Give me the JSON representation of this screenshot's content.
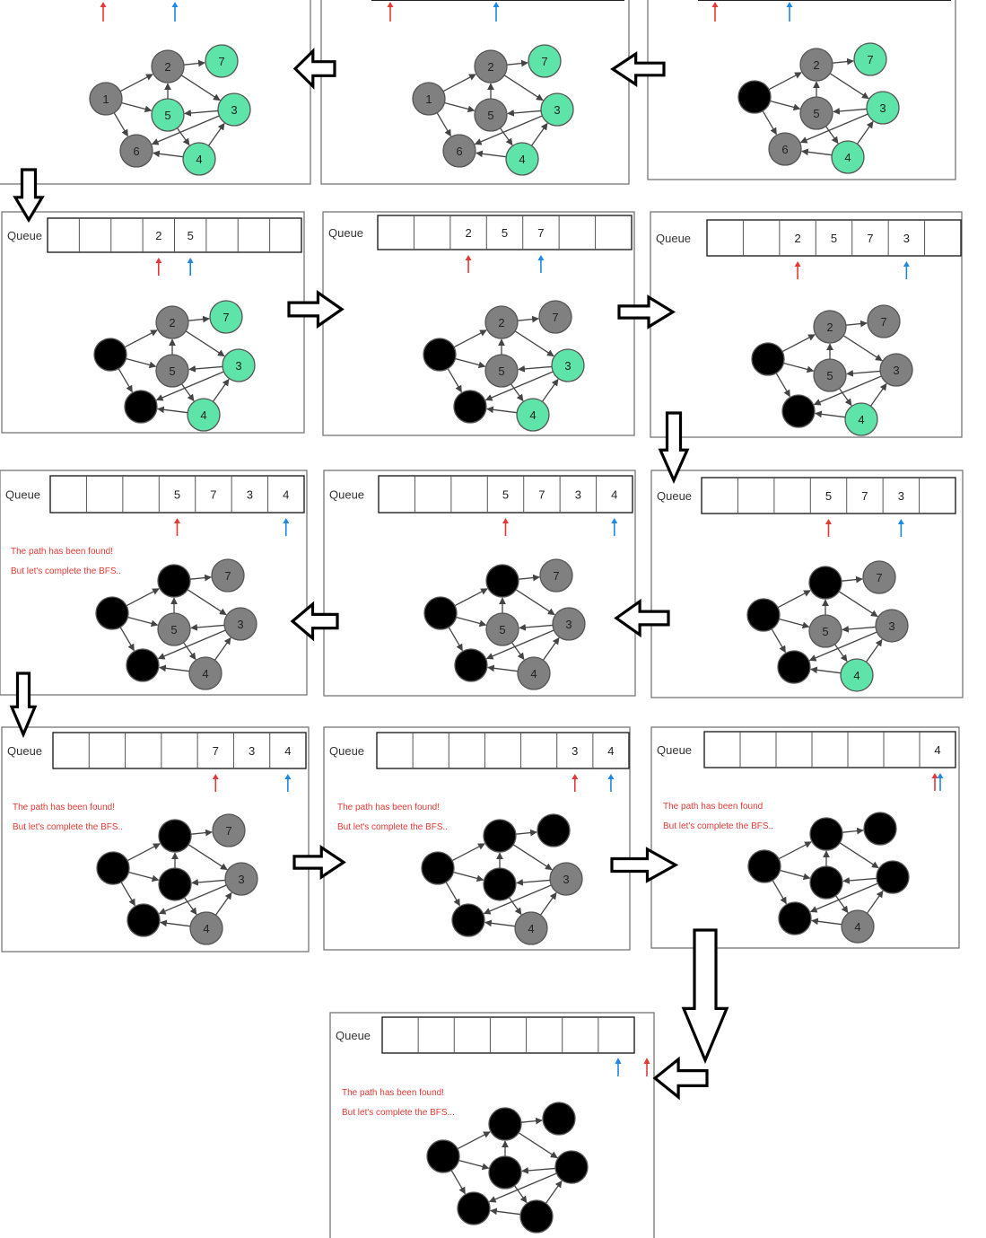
{
  "queue_label": "Queue",
  "colors": {
    "visited": "#000000",
    "unvisited": "#808080",
    "frontier": "#5ee3a8",
    "front_pointer": "#e53935",
    "rear_pointer": "#1e88e5",
    "node_stroke": "#555555",
    "edge": "#444444"
  },
  "graph": {
    "nodes": [
      "1",
      "2",
      "5",
      "6",
      "7",
      "3",
      "4"
    ],
    "edges": [
      [
        "1",
        "2"
      ],
      [
        "1",
        "5"
      ],
      [
        "1",
        "6"
      ],
      [
        "5",
        "2"
      ],
      [
        "2",
        "7"
      ],
      [
        "2",
        "3"
      ],
      [
        "3",
        "5"
      ],
      [
        "5",
        "4"
      ],
      [
        "4",
        "3"
      ],
      [
        "4",
        "6"
      ],
      [
        "3",
        "6"
      ]
    ]
  },
  "panels": [
    {
      "id": "p1",
      "queue": [],
      "front": null,
      "rear": null,
      "message": [],
      "nodes": {
        "1": "unvisited",
        "2": "unvisited",
        "5": "frontier",
        "6": "unvisited",
        "7": "frontier",
        "3": "frontier",
        "4": "frontier"
      },
      "labels": {
        "1": "1",
        "2": "2",
        "5": "5",
        "6": "6",
        "7": "7",
        "3": "3",
        "4": "4"
      }
    },
    {
      "id": "p2",
      "queue": [],
      "front": null,
      "rear": null,
      "message": [],
      "nodes": {
        "1": "unvisited",
        "2": "unvisited",
        "5": "unvisited",
        "6": "unvisited",
        "7": "frontier",
        "3": "frontier",
        "4": "frontier"
      },
      "labels": {
        "1": "1",
        "2": "2",
        "5": "5",
        "6": "6",
        "7": "7",
        "3": "3",
        "4": "4"
      }
    },
    {
      "id": "p3",
      "queue": [],
      "front": null,
      "rear": null,
      "message": [],
      "nodes": {
        "1": "visited",
        "2": "unvisited",
        "5": "unvisited",
        "6": "unvisited",
        "7": "frontier",
        "3": "frontier",
        "4": "frontier"
      },
      "labels": {
        "1": "",
        "2": "2",
        "5": "5",
        "6": "6",
        "7": "7",
        "3": "3",
        "4": "4"
      }
    },
    {
      "id": "p4",
      "queue": [
        "",
        "",
        "",
        "2",
        "5",
        "",
        "",
        ""
      ],
      "front": 3,
      "rear": 4,
      "message": [],
      "nodes": {
        "1": "visited",
        "2": "unvisited",
        "5": "unvisited",
        "6": "visited",
        "7": "frontier",
        "3": "frontier",
        "4": "frontier"
      },
      "labels": {
        "1": "",
        "2": "2",
        "5": "5",
        "6": "",
        "7": "7",
        "3": "3",
        "4": "4"
      }
    },
    {
      "id": "p5",
      "queue": [
        "",
        "",
        "2",
        "5",
        "7",
        "",
        ""
      ],
      "front": 2,
      "rear": 4,
      "message": [],
      "nodes": {
        "1": "visited",
        "2": "unvisited",
        "5": "unvisited",
        "6": "visited",
        "7": "unvisited",
        "3": "frontier",
        "4": "frontier"
      },
      "labels": {
        "1": "",
        "2": "2",
        "5": "5",
        "6": "",
        "7": "7",
        "3": "3",
        "4": "4"
      }
    },
    {
      "id": "p6",
      "queue": [
        "",
        "",
        "2",
        "5",
        "7",
        "3",
        ""
      ],
      "front": 2,
      "rear": 5,
      "message": [],
      "nodes": {
        "1": "visited",
        "2": "unvisited",
        "5": "unvisited",
        "6": "visited",
        "7": "unvisited",
        "3": "unvisited",
        "4": "frontier"
      },
      "labels": {
        "1": "",
        "2": "2",
        "5": "5",
        "6": "",
        "7": "7",
        "3": "3",
        "4": "4"
      }
    },
    {
      "id": "p7",
      "queue": [
        "",
        "",
        "",
        "5",
        "7",
        "3",
        "4"
      ],
      "front": 3,
      "rear": 6,
      "message": [
        "The path has been found!",
        "But let's complete the BFS.."
      ],
      "nodes": {
        "1": "visited",
        "2": "visited",
        "5": "unvisited",
        "6": "visited",
        "7": "unvisited",
        "3": "unvisited",
        "4": "unvisited"
      },
      "labels": {
        "1": "",
        "2": "",
        "5": "5",
        "6": "",
        "7": "7",
        "3": "3",
        "4": "4"
      }
    },
    {
      "id": "p8",
      "queue": [
        "",
        "",
        "",
        "5",
        "7",
        "3",
        "4"
      ],
      "front": 3,
      "rear": 6,
      "message": [],
      "nodes": {
        "1": "visited",
        "2": "visited",
        "5": "unvisited",
        "6": "visited",
        "7": "unvisited",
        "3": "unvisited",
        "4": "unvisited"
      },
      "labels": {
        "1": "",
        "2": "",
        "5": "5",
        "6": "",
        "7": "7",
        "3": "3",
        "4": "4"
      }
    },
    {
      "id": "p9",
      "queue": [
        "",
        "",
        "",
        "5",
        "7",
        "3",
        ""
      ],
      "front": 3,
      "rear": 5,
      "message": [],
      "nodes": {
        "1": "visited",
        "2": "visited",
        "5": "unvisited",
        "6": "visited",
        "7": "unvisited",
        "3": "unvisited",
        "4": "frontier"
      },
      "labels": {
        "1": "",
        "2": "",
        "5": "5",
        "6": "",
        "7": "7",
        "3": "3",
        "4": "4"
      }
    },
    {
      "id": "p10",
      "queue": [
        "",
        "",
        "",
        "",
        "7",
        "3",
        "4"
      ],
      "front": 4,
      "rear": 6,
      "message": [
        "The path has been found!",
        "But let's complete the BFS.."
      ],
      "nodes": {
        "1": "visited",
        "2": "visited",
        "5": "visited",
        "6": "visited",
        "7": "unvisited",
        "3": "unvisited",
        "4": "unvisited"
      },
      "labels": {
        "1": "",
        "2": "",
        "5": "",
        "6": "",
        "7": "7",
        "3": "3",
        "4": "4"
      }
    },
    {
      "id": "p11",
      "queue": [
        "",
        "",
        "",
        "",
        "",
        "3",
        "4"
      ],
      "front": 5,
      "rear": 6,
      "message": [
        "The path has been found!",
        "But let's complete the BFS.."
      ],
      "nodes": {
        "1": "visited",
        "2": "visited",
        "5": "visited",
        "6": "visited",
        "7": "visited",
        "3": "unvisited",
        "4": "unvisited"
      },
      "labels": {
        "1": "",
        "2": "",
        "5": "",
        "6": "",
        "7": "",
        "3": "3",
        "4": "4"
      }
    },
    {
      "id": "p12",
      "queue": [
        "",
        "",
        "",
        "",
        "",
        "",
        "4"
      ],
      "front": 6,
      "rear": 6,
      "message": [
        "The path has been found",
        "But let's complete the BFS.."
      ],
      "nodes": {
        "1": "visited",
        "2": "visited",
        "5": "visited",
        "6": "visited",
        "7": "visited",
        "3": "visited",
        "4": "unvisited"
      },
      "labels": {
        "1": "",
        "2": "",
        "5": "",
        "6": "",
        "7": "",
        "3": "",
        "4": "4"
      }
    },
    {
      "id": "p13",
      "queue": [
        "",
        "",
        "",
        "",
        "",
        "",
        ""
      ],
      "front": 7,
      "rear": 6,
      "message": [
        "The path has been found!",
        "But let's complete the BFS..."
      ],
      "nodes": {
        "1": "visited",
        "2": "visited",
        "5": "visited",
        "6": "visited",
        "7": "visited",
        "3": "visited",
        "4": "visited"
      },
      "labels": {
        "1": "",
        "2": "",
        "5": "",
        "6": "",
        "7": "",
        "3": "",
        "4": ""
      }
    }
  ],
  "flow_arrows": [
    {
      "id": "a-p3-p2",
      "dir": "left"
    },
    {
      "id": "a-p2-p1",
      "dir": "left"
    },
    {
      "id": "a-p1-p4",
      "dir": "down"
    },
    {
      "id": "a-p4-p5",
      "dir": "right"
    },
    {
      "id": "a-p5-p6",
      "dir": "right"
    },
    {
      "id": "a-p6-p9",
      "dir": "down"
    },
    {
      "id": "a-p9-p8",
      "dir": "left"
    },
    {
      "id": "a-p8-p7",
      "dir": "left"
    },
    {
      "id": "a-p7-p10",
      "dir": "down"
    },
    {
      "id": "a-p10-p11",
      "dir": "right"
    },
    {
      "id": "a-p11-p12",
      "dir": "right"
    },
    {
      "id": "a-p12-p13",
      "dir": "down"
    },
    {
      "id": "a-into-p13",
      "dir": "left"
    }
  ]
}
